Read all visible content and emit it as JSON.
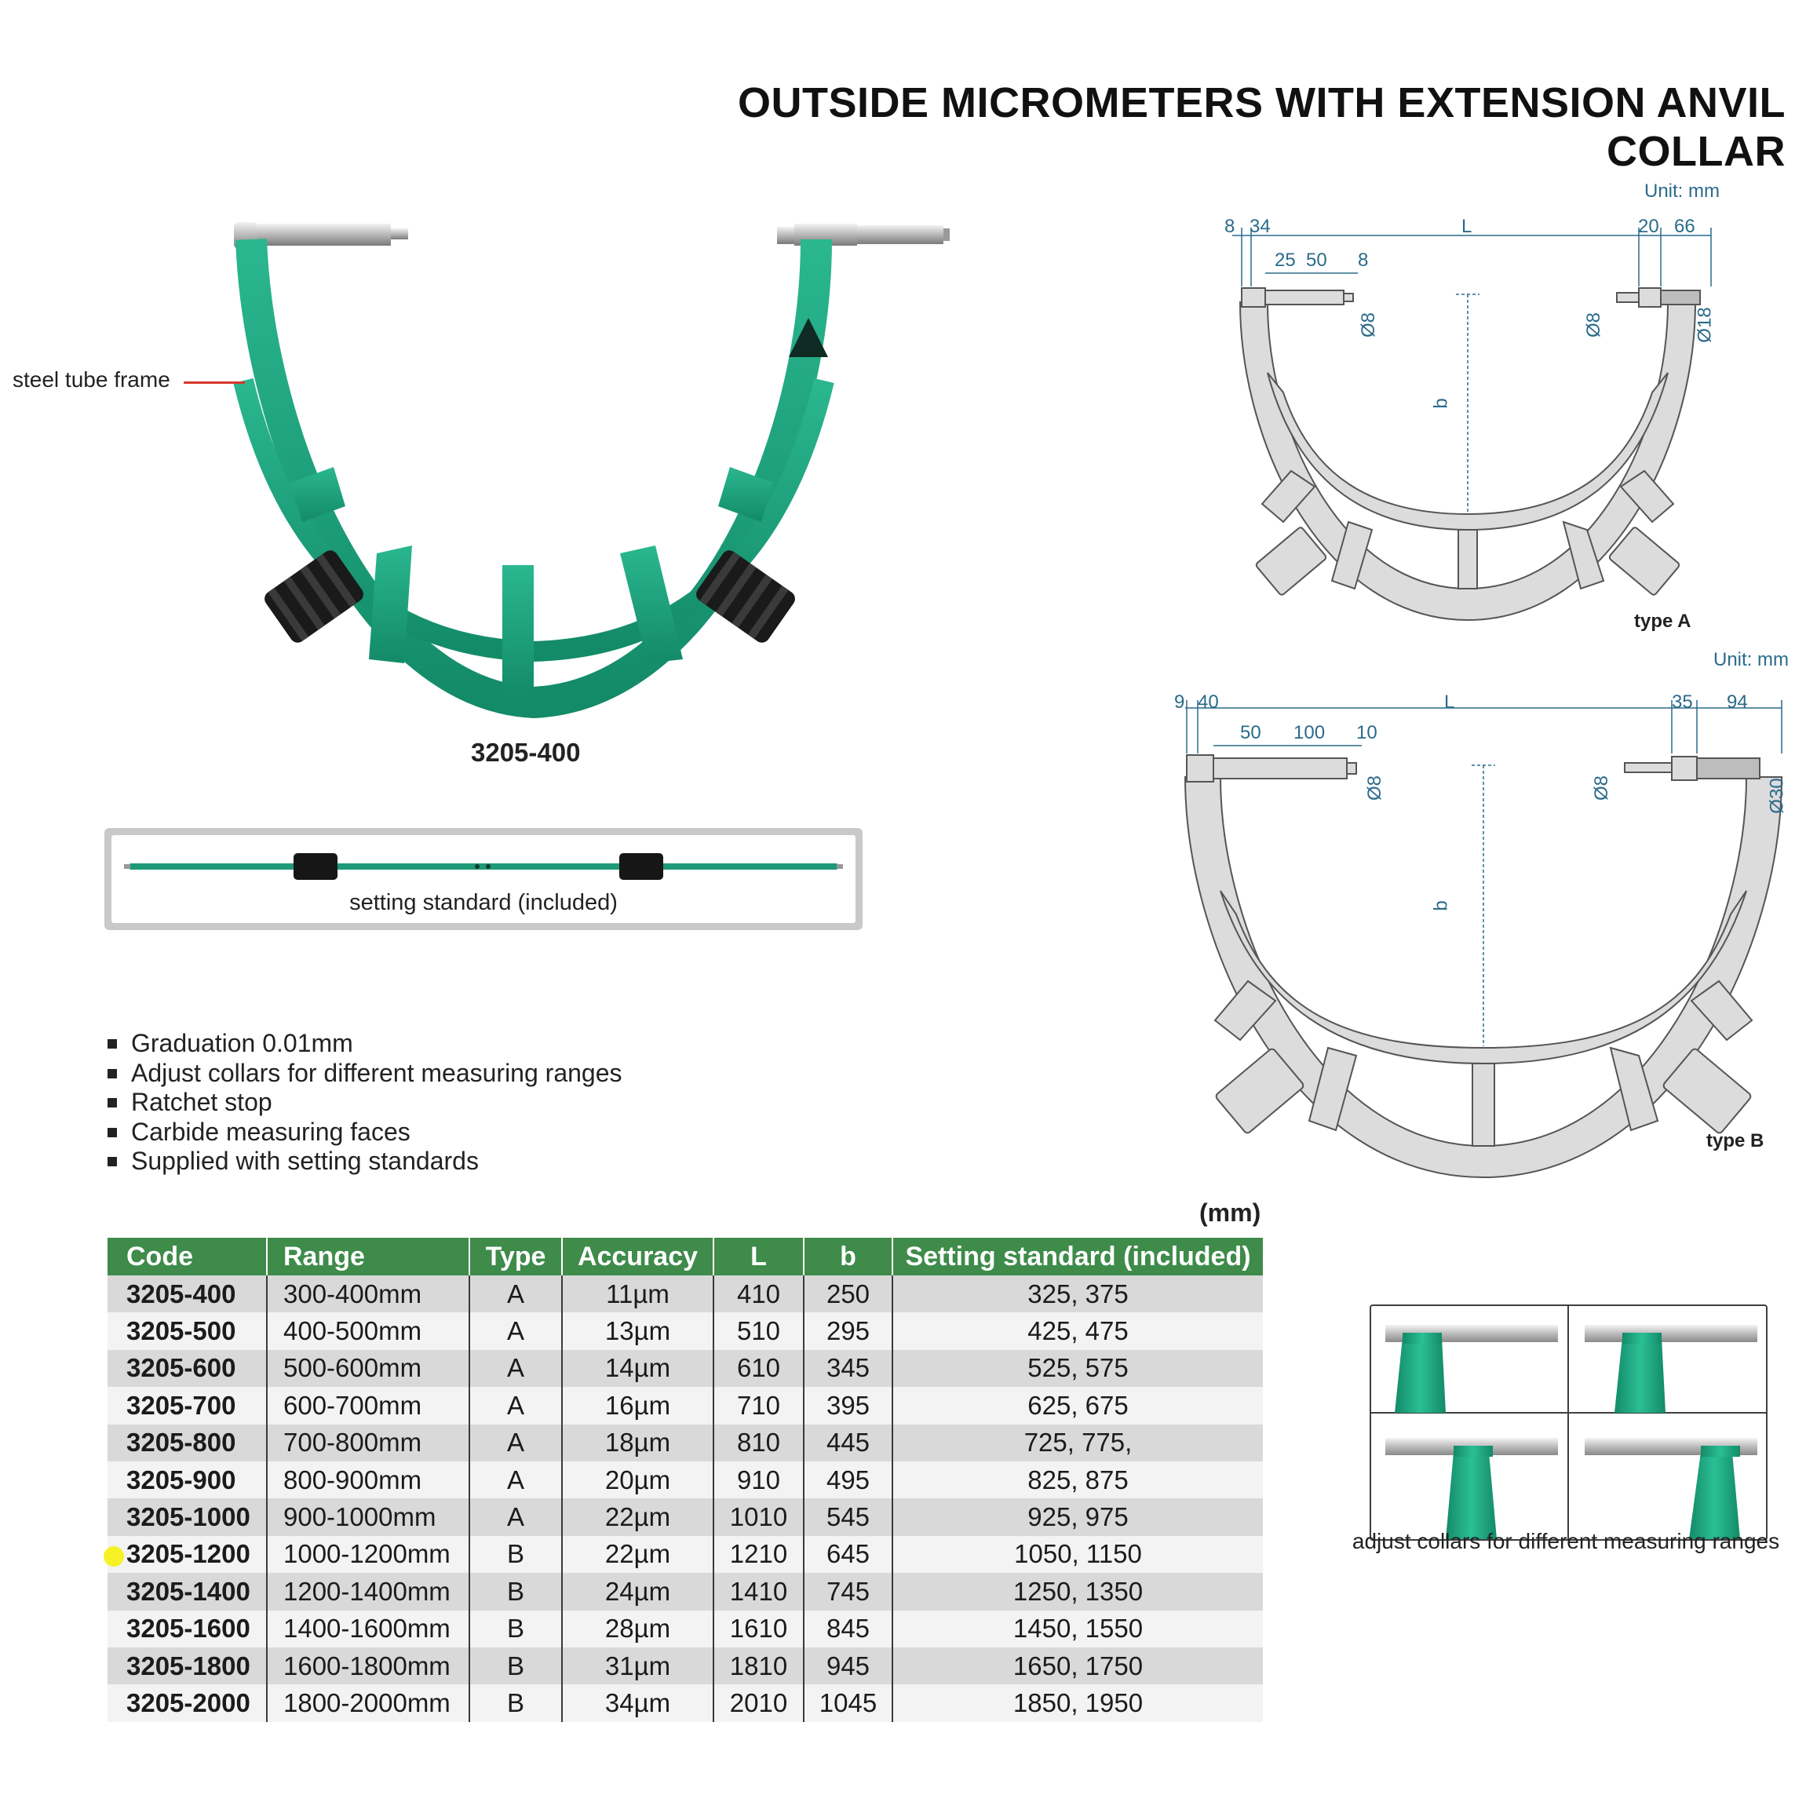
{
  "title": "OUTSIDE MICROMETERS WITH EXTENSION ANVIL COLLAR",
  "product_photo": {
    "frame_label": "steel tube frame",
    "model_caption": "3205-400"
  },
  "setting_standard": {
    "caption": "setting standard (included)"
  },
  "features": [
    "Graduation 0.01mm",
    "Adjust collars for different measuring ranges",
    "Ratchet stop",
    "Carbide measuring faces",
    "Supplied with setting standards"
  ],
  "diagram_a": {
    "unit": "Unit: mm",
    "type_label": "type A",
    "dims_top": [
      "8",
      "34",
      "L",
      "20",
      "66"
    ],
    "dims_sub": [
      "25",
      "50",
      "8"
    ],
    "diameters": [
      "Ø8",
      "Ø8",
      "Ø18"
    ],
    "b_label": "b"
  },
  "diagram_b": {
    "unit": "Unit: mm",
    "type_label": "type B",
    "dims_top": [
      "9",
      "40",
      "L",
      "35",
      "94"
    ],
    "dims_sub": [
      "50",
      "100",
      "10"
    ],
    "diameters": [
      "Ø8",
      "Ø8",
      "Ø30"
    ],
    "b_label": "b"
  },
  "table": {
    "unit": "(mm)",
    "headers": [
      "Code",
      "Range",
      "Type",
      "Accuracy",
      "L",
      "b",
      "Setting standard (included)"
    ],
    "rows": [
      [
        "3205-400",
        "300-400mm",
        "A",
        "11µm",
        "410",
        "250",
        "325, 375"
      ],
      [
        "3205-500",
        "400-500mm",
        "A",
        "13µm",
        "510",
        "295",
        "425, 475"
      ],
      [
        "3205-600",
        "500-600mm",
        "A",
        "14µm",
        "610",
        "345",
        "525, 575"
      ],
      [
        "3205-700",
        "600-700mm",
        "A",
        "16µm",
        "710",
        "395",
        "625, 675"
      ],
      [
        "3205-800",
        "700-800mm",
        "A",
        "18µm",
        "810",
        "445",
        "725, 775,"
      ],
      [
        "3205-900",
        "800-900mm",
        "A",
        "20µm",
        "910",
        "495",
        "825, 875"
      ],
      [
        "3205-1000",
        "900-1000mm",
        "A",
        "22µm",
        "1010",
        "545",
        "925, 975"
      ],
      [
        "3205-1200",
        "1000-1200mm",
        "B",
        "22µm",
        "1210",
        "645",
        "1050, 1150"
      ],
      [
        "3205-1400",
        "1200-1400mm",
        "B",
        "24µm",
        "1410",
        "745",
        "1250, 1350"
      ],
      [
        "3205-1600",
        "1400-1600mm",
        "B",
        "28µm",
        "1610",
        "845",
        "1450, 1550"
      ],
      [
        "3205-1800",
        "1600-1800mm",
        "B",
        "31µm",
        "1810",
        "945",
        "1650, 1750"
      ],
      [
        "3205-2000",
        "1800-2000mm",
        "B",
        "34µm",
        "2010",
        "1045",
        "1850, 1950"
      ]
    ]
  },
  "collars": {
    "caption": "adjust collars for different measuring ranges"
  },
  "colors": {
    "frame_green": "#1e9a78",
    "header_green": "#3e8b4a",
    "drawing_gray": "#dcdcdc",
    "dimension_blue": "#2b6b8a",
    "highlight_yellow": "#f6f000"
  }
}
